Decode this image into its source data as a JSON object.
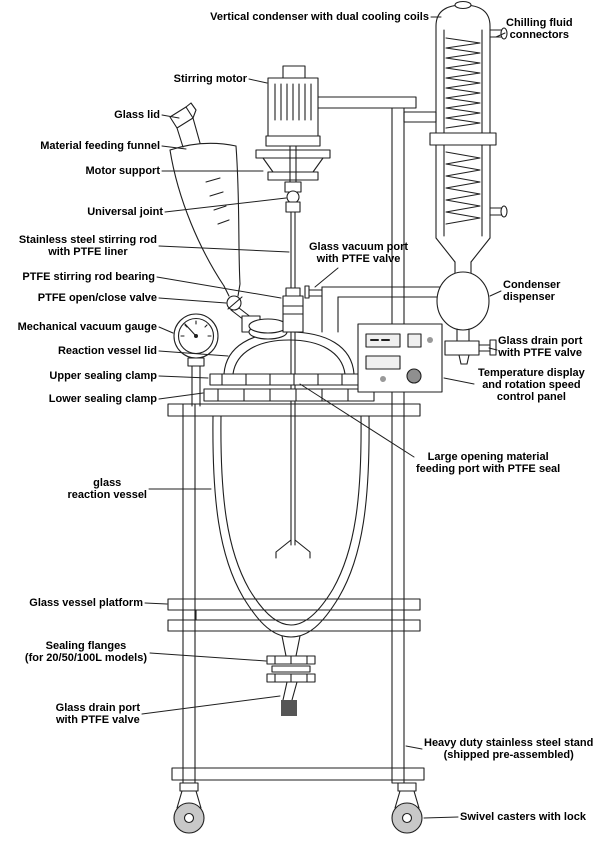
{
  "figure_labels": {
    "condenser_top": "Vertical condenser with dual cooling coils",
    "chilling_connectors": "Chilling fluid\nconnectors",
    "stirring_motor": "Stirring motor",
    "glass_lid": "Glass lid",
    "feeding_funnel": "Material feeding funnel",
    "motor_support": "Motor support",
    "universal_joint": "Universal joint",
    "stirring_rod": "Stainless steel stirring rod\nwith PTFE liner",
    "rod_bearing": "PTFE stirring rod bearing",
    "open_close_valve": "PTFE open/close valve",
    "vacuum_gauge": "Mechanical vacuum gauge",
    "vessel_lid": "Reaction vessel lid",
    "upper_clamp": "Upper sealing clamp",
    "lower_clamp": "Lower sealing clamp",
    "vacuum_port": "Glass vacuum port\nwith PTFE valve",
    "condenser_dispenser": "Condenser\ndispenser",
    "drain_port_right": "Glass drain port\nwith PTFE valve",
    "control_panel": "Temperature display\nand rotation speed\ncontrol panel",
    "feeding_port": "Large opening material\nfeeding port with PTFE seal",
    "reaction_vessel": "glass\nreaction vessel",
    "vessel_platform": "Glass vessel platform",
    "sealing_flanges": "Sealing flanges\n(for 20/50/100L models)",
    "drain_port_bottom": "Glass drain port\nwith PTFE valve",
    "steel_stand": "Heavy duty stainless steel stand\n(shipped pre-assembled)",
    "swivel_casters": "Swivel casters with lock"
  },
  "colors": {
    "line": "#1f1f1f",
    "label_text": "#000000",
    "background": "#ffffff",
    "dark_fill": "#555555"
  }
}
